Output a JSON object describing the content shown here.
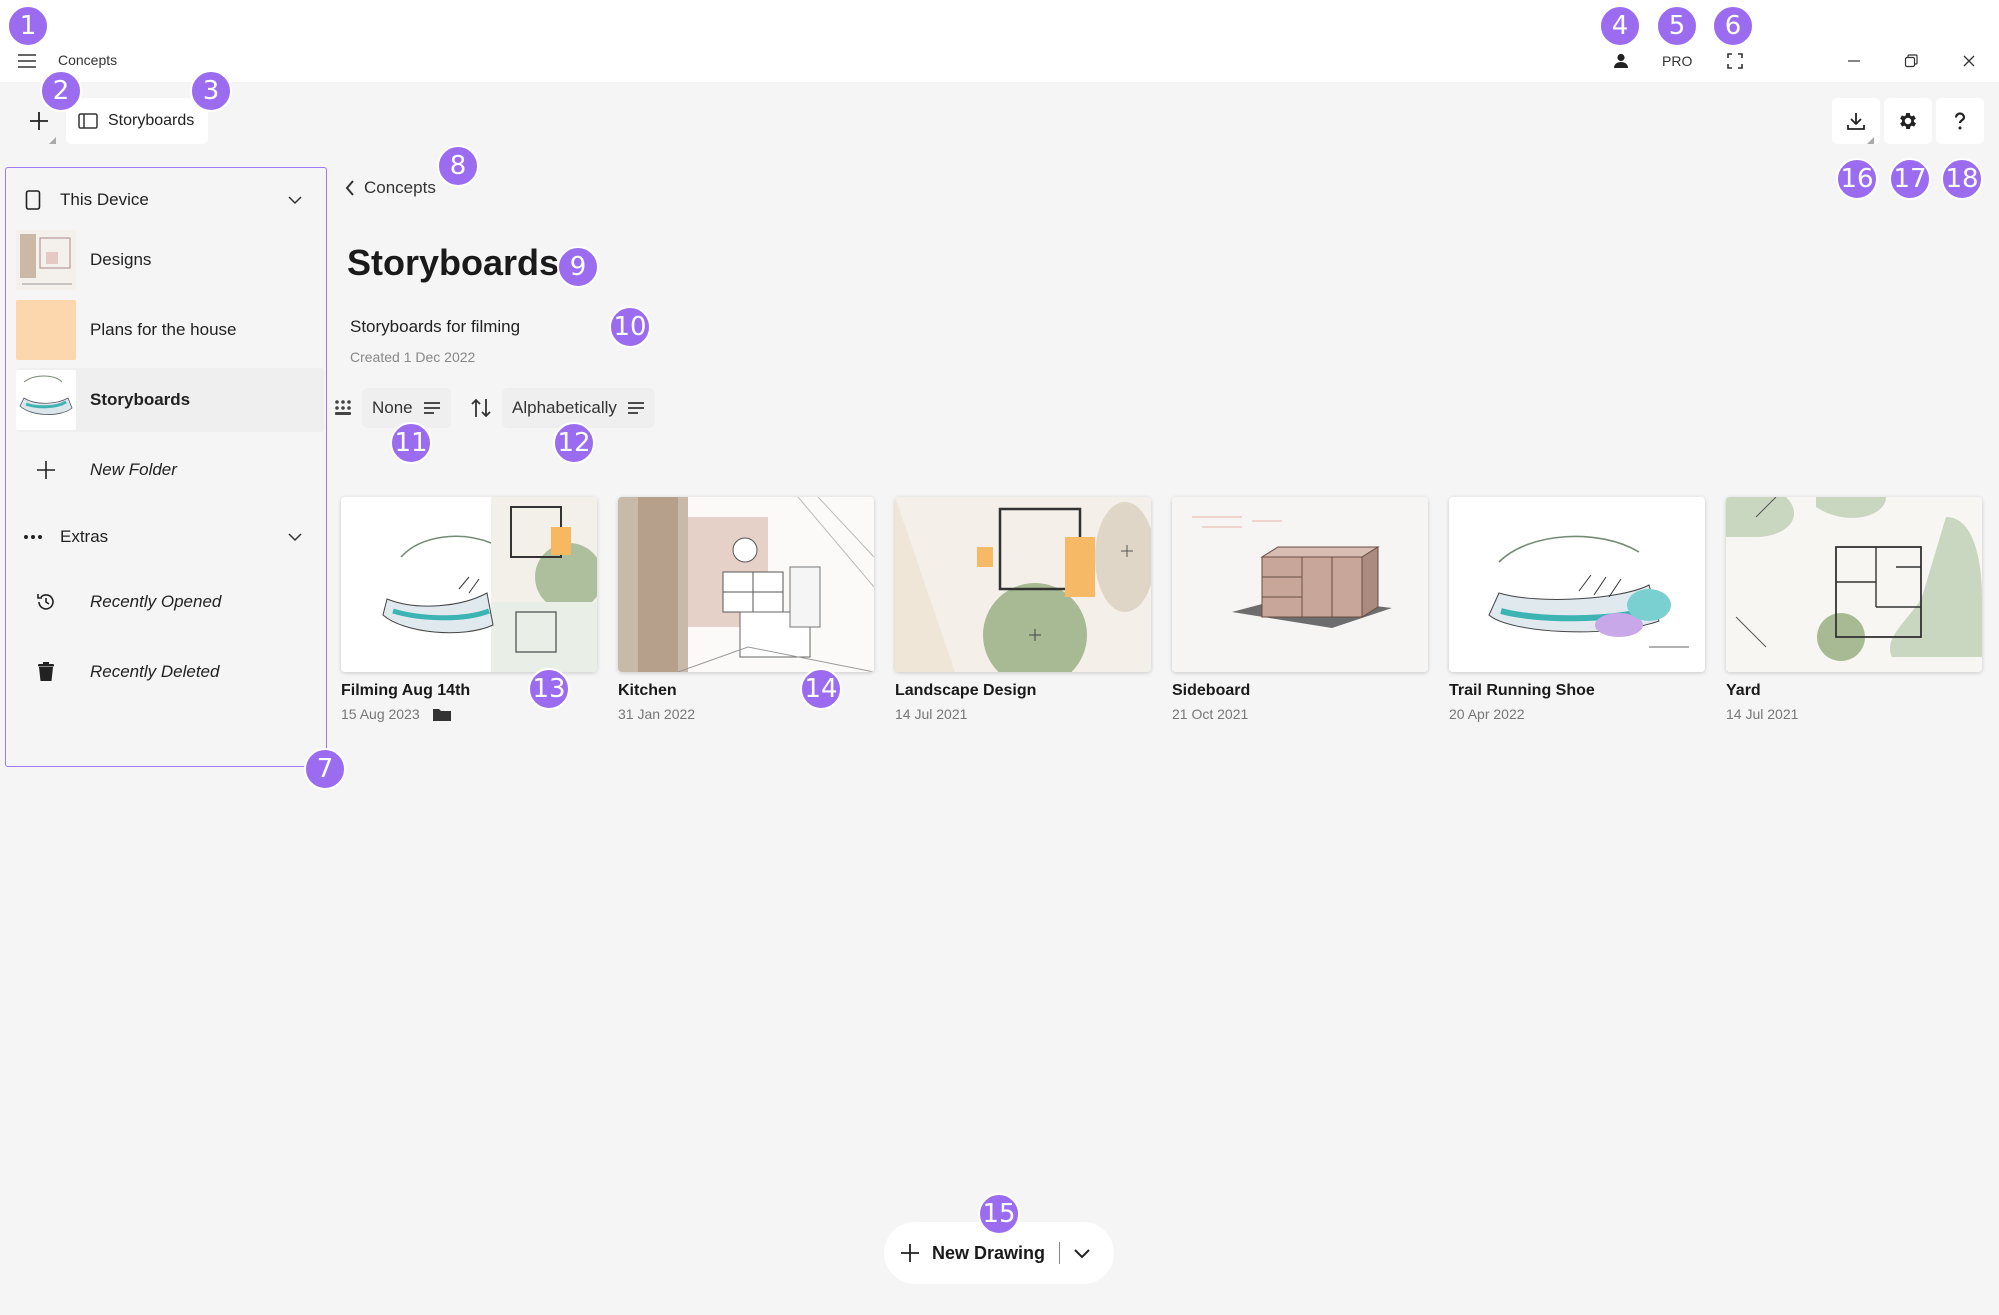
{
  "titlebar": {
    "app_title": "Concepts",
    "pro_label": "PRO"
  },
  "toolbar": {
    "current_folder_chip": "Storyboards"
  },
  "sidebar": {
    "device_label": "This Device",
    "folders": [
      {
        "label": "Designs"
      },
      {
        "label": "Plans for the house"
      },
      {
        "label": "Storyboards"
      }
    ],
    "new_folder_label": "New Folder",
    "extras_label": "Extras",
    "extras": [
      {
        "label": "Recently Opened",
        "icon": "clock-history-icon"
      },
      {
        "label": "Recently Deleted",
        "icon": "trash-icon"
      }
    ]
  },
  "main": {
    "back_label": "Concepts",
    "title": "Storyboards",
    "description": "Storyboards for filming",
    "created": "Created 1 Dec 2022",
    "group_by": "None",
    "sort_by": "Alphabetically"
  },
  "drawings": [
    {
      "name": "Filming Aug 14th",
      "date": "15 Aug 2023",
      "is_folder": true
    },
    {
      "name": "Kitchen",
      "date": "31 Jan 2022"
    },
    {
      "name": "Landscape Design",
      "date": "14 Jul 2021"
    },
    {
      "name": "Sideboard",
      "date": "21 Oct 2021"
    },
    {
      "name": "Trail Running Shoe",
      "date": "20 Apr 2022"
    },
    {
      "name": "Yard",
      "date": "14 Jul 2021"
    }
  ],
  "new_drawing_label": "New Drawing",
  "badges": [
    "1",
    "2",
    "3",
    "4",
    "5",
    "6",
    "7",
    "8",
    "9",
    "10",
    "11",
    "12",
    "13",
    "14",
    "15",
    "16",
    "17",
    "18"
  ],
  "colors": {
    "accent": "#9b6cf0",
    "sidebar_border": "#9c7cf0",
    "background": "#f5f5f5"
  }
}
